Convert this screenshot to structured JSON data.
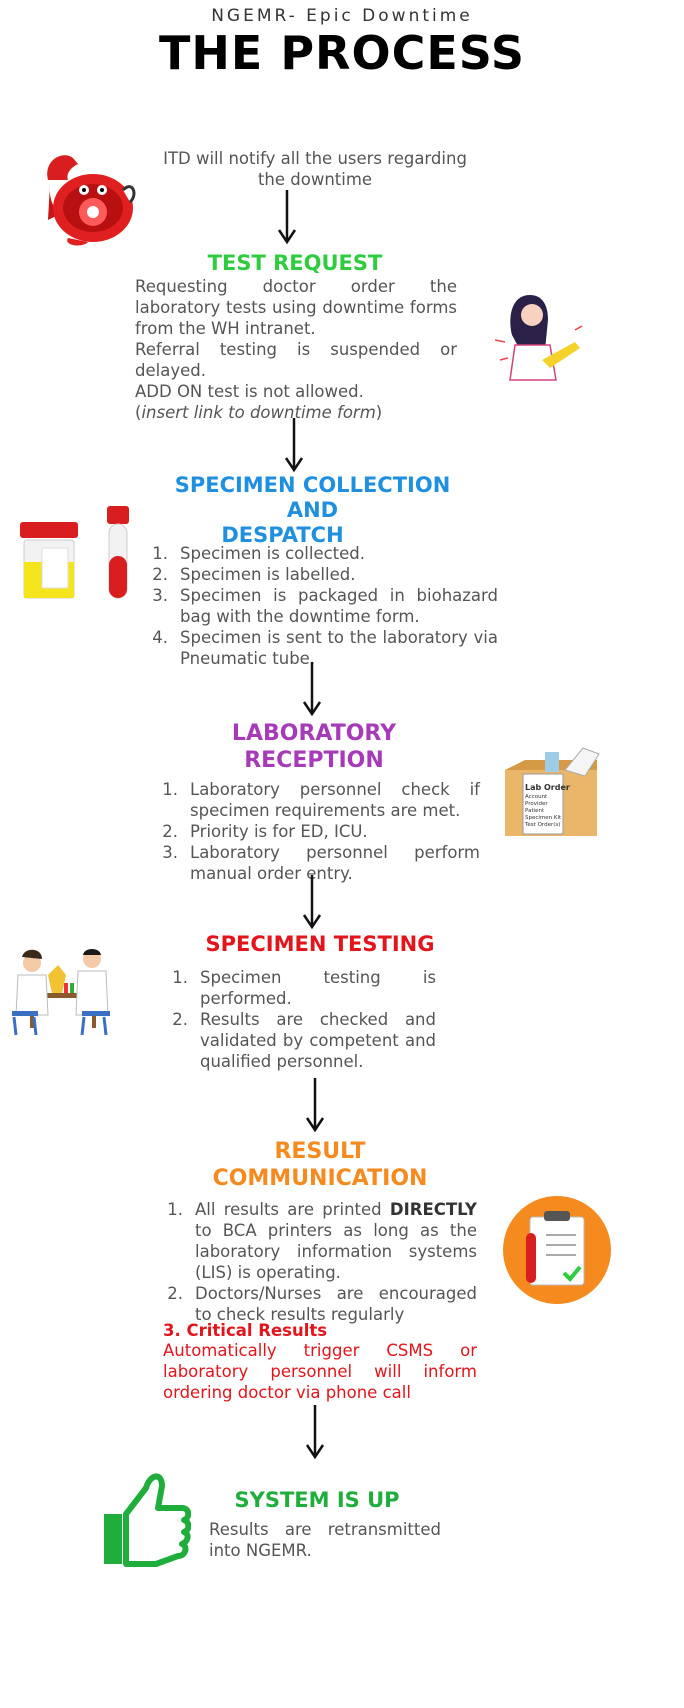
{
  "header": {
    "subtitle": "NGEMR- Epic Downtime",
    "title": "THE PROCESS"
  },
  "notify": {
    "text": "ITD will notify  all the users  regarding the downtime"
  },
  "test_request": {
    "heading": "TEST REQUEST",
    "line1": "Requesting doctor order the laboratory tests using downtime forms from the WH intranet.",
    "line2": "Referral testing is suspended or delayed.",
    "line3": "ADD ON test is not allowed.",
    "line4": "insert link to downtime form",
    "color": "#2ecc3e"
  },
  "specimen_collection": {
    "heading_line1": "SPECIMEN COLLECTION",
    "heading_line2": "AND",
    "heading_line3": "DESPATCH",
    "color": "#1f8fe0",
    "steps": [
      {
        "num": "1.",
        "text": "Specimen is collected."
      },
      {
        "num": "2.",
        "text": "Specimen is labelled."
      },
      {
        "num": "3.",
        "text": "Specimen is packaged in biohazard bag with the downtime form."
      },
      {
        "num": "4.",
        "text": "Specimen is sent to the laboratory via Pneumatic  tube."
      }
    ]
  },
  "lab_reception": {
    "heading_line1": "LABORATORY",
    "heading_line2": "RECEPTION",
    "color": "#a73ab8",
    "steps": [
      {
        "num": "1.",
        "text": "Laboratory personnel check if specimen requirements are met."
      },
      {
        "num": "2.",
        "text": "Priority is for ED, ICU."
      },
      {
        "num": "3.",
        "text": "Laboratory personnel perform manual order entry."
      }
    ],
    "box_label": "Lab Order",
    "box_lines": [
      "Account",
      "Provider",
      "Patient",
      "Specimen Kit",
      "Test Order(s)"
    ]
  },
  "specimen_testing": {
    "heading": "SPECIMEN TESTING",
    "color": "#e4141b",
    "steps": [
      {
        "num": "1.",
        "text": "Specimen testing is performed."
      },
      {
        "num": "2.",
        "text": "Results are checked and validated by competent and qualified personnel."
      }
    ]
  },
  "result_communication": {
    "heading_line1": "RESULT",
    "heading_line2": "COMMUNICATION",
    "color": "#f58a1f",
    "step1_pre": "All results are printed ",
    "step1_bold": "DIRECTLY",
    "step1_post": " to BCA printers as long as the laboratory information systems (LIS) is operating.",
    "step2": "Doctors/Nurses are encouraged to check results regularly",
    "critical_heading": "3.  Critical  Results",
    "critical_text": "Automatically trigger CSMS or laboratory personnel will inform ordering doctor via phone call",
    "num1": "1.",
    "num2": "2."
  },
  "system_up": {
    "heading": "SYSTEM IS UP",
    "text": "Results are retransmitted into NGEMR.",
    "color": "#1fae3c"
  },
  "icons": [
    "telephone-icon",
    "woman-laptop-icon",
    "urine-cup-icon",
    "blood-tube-icon",
    "lab-order-box-icon",
    "scientists-icon",
    "clipboard-icon",
    "thumbs-up-icon",
    "down-arrow-icon"
  ]
}
